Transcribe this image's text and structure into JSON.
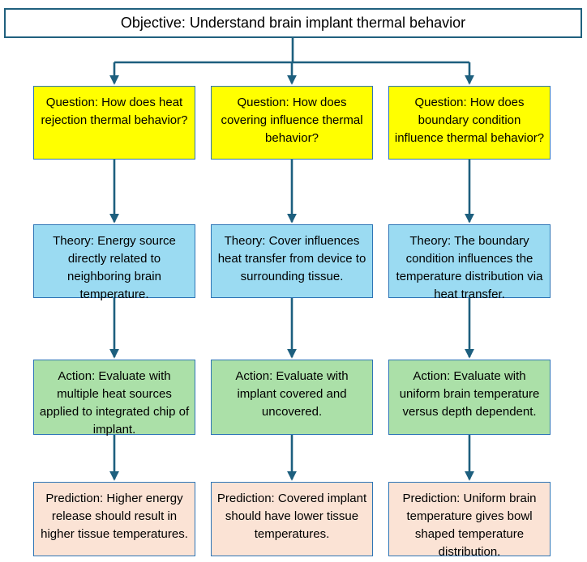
{
  "objective": {
    "label": "Objective: Understand brain implant thermal behavior"
  },
  "columns": [
    {
      "question": "Question: How does heat rejection thermal behavior?",
      "theory": "Theory: Energy source directly related to neighboring brain temperature.",
      "action": "Action: Evaluate with multiple heat sources applied to integrated chip of implant.",
      "prediction": "Prediction: Higher energy release should result in higher tissue temperatures."
    },
    {
      "question": "Question: How does covering influence thermal behavior?",
      "theory": "Theory: Cover influences heat transfer from device to surrounding tissue.",
      "action": "Action: Evaluate with implant covered and uncovered.",
      "prediction": "Prediction: Covered implant should have lower tissue temperatures."
    },
    {
      "question": "Question: How does boundary condition influence thermal behavior?",
      "theory": "Theory: The boundary condition influences the temperature distribution via heat transfer.",
      "action": "Action: Evaluate with uniform brain temperature versus depth dependent.",
      "prediction": "Prediction: Uniform brain temperature gives bowl shaped temperature distribution."
    }
  ],
  "colors": {
    "arrow": "#1D5F7E",
    "objective_border": "#20607E",
    "box_border": "#2E75B6",
    "question_fill": "#FFFF00",
    "theory_fill": "#9BDBF2",
    "action_fill": "#ABE0A8",
    "prediction_fill": "#FBE3D5",
    "text": "#000000"
  }
}
